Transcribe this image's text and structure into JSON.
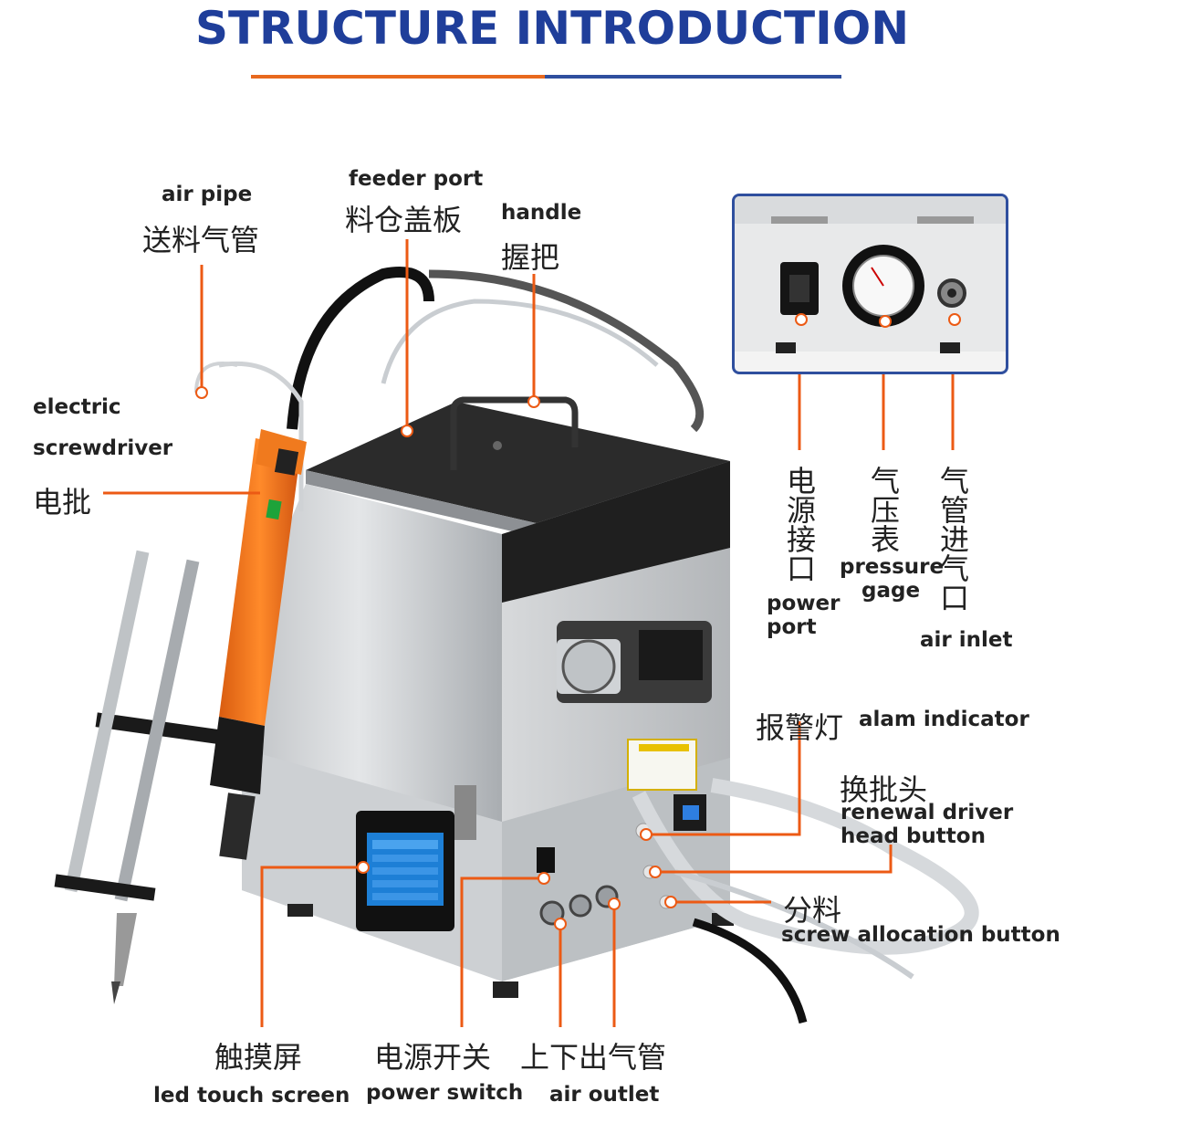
{
  "title": "STRUCTURE INTRODUCTION",
  "colors": {
    "title_blue": "#1f3e9a",
    "rule_orange": "#e8691e",
    "rule_blue": "#2f4f9e",
    "callout_orange": "#ec5a14",
    "inset_border": "#2f4f9e"
  },
  "labels": {
    "air_pipe_en": "air pipe",
    "air_pipe_cn": "送料气管",
    "feeder_port_en": "feeder port",
    "feeder_port_cn": "料仓盖板",
    "handle_en": "handle",
    "handle_cn": "握把",
    "electric_en": "electric",
    "screwdriver_en": "screwdriver",
    "screwdriver_cn": "电批",
    "power_port_cn": "电源接口",
    "power_port_en1": "power",
    "power_port_en2": "port",
    "pressure_cn": "气压表",
    "pressure_en1": "pressure",
    "pressure_en2": "gage",
    "air_inlet_cn": "气管进气口",
    "air_inlet_en": "air inlet",
    "alarm_cn": "报警灯",
    "alarm_en": "alam indicator",
    "renewal_cn": "换批头",
    "renewal_en1": "renewal driver",
    "renewal_en2": "head button",
    "allocation_cn": "分料",
    "allocation_en": "screw allocation button",
    "touch_cn": "触摸屏",
    "touch_en": "led touch screen",
    "switch_cn": "电源开关",
    "switch_en": "power switch",
    "outlet_cn": "上下出气管",
    "outlet_en": "air outlet"
  },
  "icons": [
    "screw-feeder-machine-illustration",
    "electric-screwdriver-illustration",
    "pressure-gauge-icon",
    "power-socket-icon",
    "air-inlet-connector-icon"
  ]
}
